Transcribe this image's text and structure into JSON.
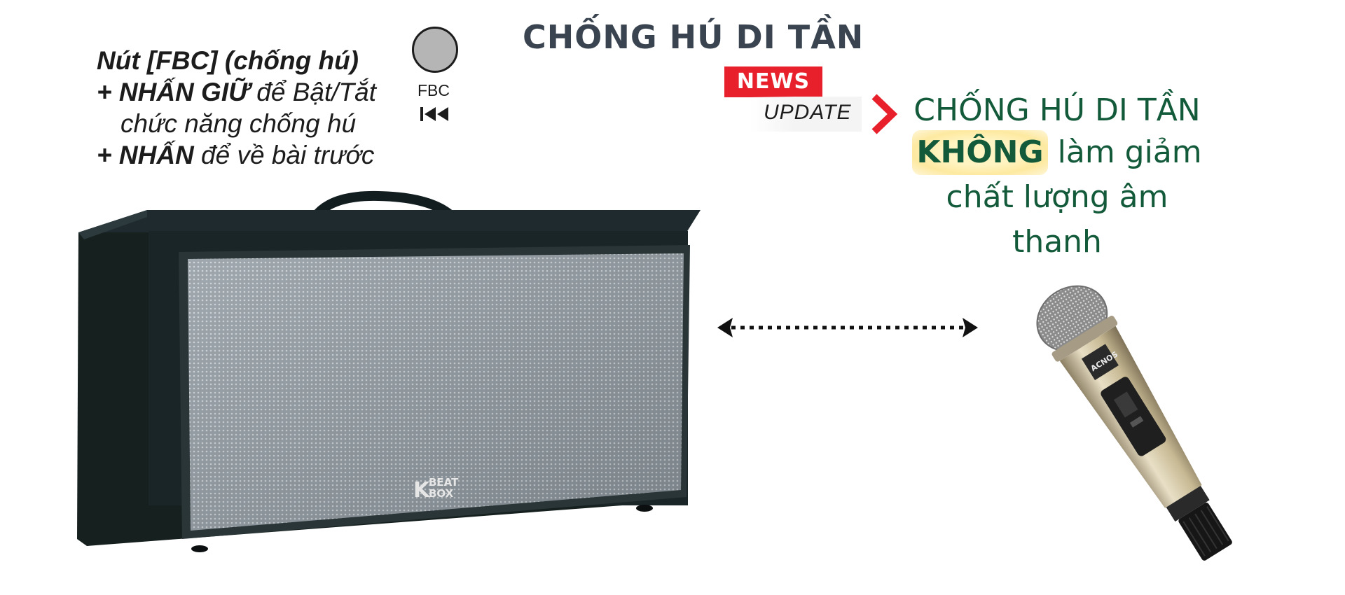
{
  "page": {
    "title": "CHỐNG HÚ DI TẦN"
  },
  "fbc_instructions": {
    "line1": "Nút [FBC] (chống hú)",
    "line2_bold": "+ NHẤN GIỮ",
    "line2_rest": " để Bật/Tắt",
    "line3": "chức năng chống hú",
    "line4_bold": "+ NHẤN",
    "line4_rest": " để về bài trước"
  },
  "fbc_button": {
    "label": "FBC",
    "icon": "skip-previous-icon"
  },
  "news_badge": {
    "news": "NEWS",
    "update": "UPDATE",
    "accent": "#e8202b"
  },
  "headline": {
    "line1": "CHỐNG HÚ DI TẦN",
    "highlight": "KHÔNG",
    "line2_rest": "làm giảm",
    "line3": "chất lượng âm thanh",
    "color": "#135a3a"
  },
  "speaker": {
    "brand_line1": "BEAT",
    "brand_line2": "BOX",
    "brand_prefix": "K"
  },
  "microphone": {
    "brand": "ACNOS"
  }
}
